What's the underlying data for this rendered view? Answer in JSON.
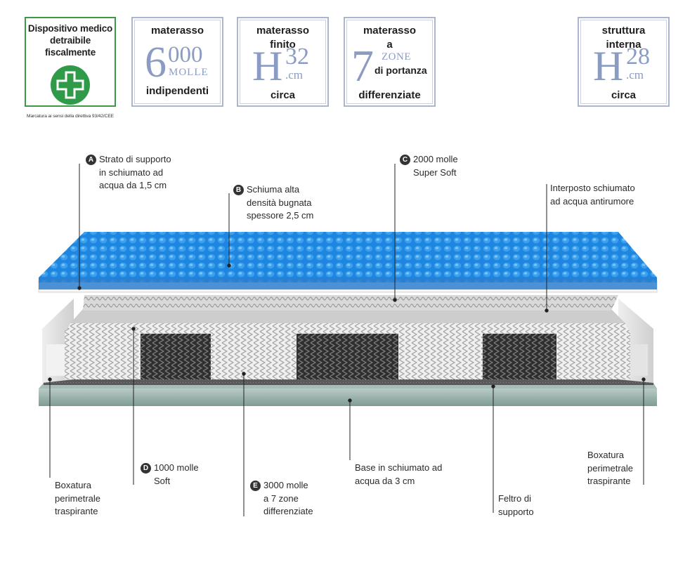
{
  "badges": {
    "medical": {
      "title_line1": "Dispositivo medico",
      "title_line2": "detraibile fiscalmente",
      "icon": "medical-cross-icon",
      "fine_print": "Marcatura ai sensi della direttiva 93/42/CEE",
      "color": "#3b9a48"
    },
    "springs": {
      "top": "materasso",
      "number": "6",
      "number_sup": "000",
      "unit": "MOLLE",
      "bottom": "indipendenti"
    },
    "height": {
      "top_line1": "materasso",
      "top_line2": "finito",
      "letter": "H",
      "value": "32",
      "unit": ".cm",
      "bottom": "circa"
    },
    "zones": {
      "top_line1": "materasso",
      "top_line2": "a",
      "number": "7",
      "small": "ZONE",
      "small2": "di portanza",
      "bottom": "differenziate"
    },
    "structure": {
      "top_line1": "struttura",
      "top_line2": "interna",
      "letter": "H",
      "value": "28",
      "unit": ".cm",
      "bottom": "circa"
    }
  },
  "labels": {
    "a": {
      "marker": "A",
      "line1": "Strato di supporto",
      "line2": "in schiumato ad",
      "line3": "acqua da 1,5 cm"
    },
    "b": {
      "marker": "B",
      "line1": "Schiuma alta",
      "line2": "densità bugnata",
      "line3": "spessore 2,5 cm"
    },
    "c": {
      "marker": "C",
      "line1": "2000 molle",
      "line2": "Super Soft"
    },
    "interposto": {
      "line1": "Interposto schiumato",
      "line2": "ad acqua antirumore"
    },
    "d": {
      "marker": "D",
      "line1": "1000 molle",
      "line2": "Soft"
    },
    "e": {
      "marker": "E",
      "line1": "3000 molle",
      "line2": "a 7 zone",
      "line3": "differenziate"
    },
    "boxatura_left": {
      "line1": "Boxatura",
      "line2": "perimetrale",
      "line3": "traspirante"
    },
    "base": {
      "line1": "Base in schiumato ad",
      "line2": "acqua da 3 cm"
    },
    "feltro": {
      "line1": "Feltro di",
      "line2": "supporto"
    },
    "boxatura_right": {
      "line1": "Boxatura",
      "line2": "perimetrale",
      "line3": "traspirante"
    }
  },
  "colors": {
    "badge_border": "#aab6cf",
    "badge_number": "#8a9cc3",
    "foam_top": "#1e7ed8",
    "base": "#8fa9a2",
    "spring_dark": "#3a3a3a",
    "spring_light": "#e2e2e2"
  }
}
